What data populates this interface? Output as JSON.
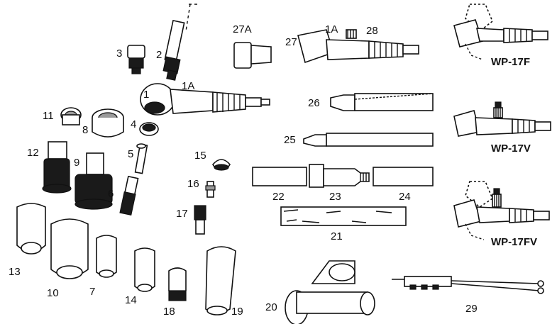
{
  "labels": {
    "p1": "1",
    "p1a_left": "1A",
    "p1a_right": "1A",
    "p2": "2",
    "p3": "3",
    "p4": "4",
    "p5": "5",
    "p6": "6",
    "p7": "7",
    "p8": "8",
    "p9": "9",
    "p10": "10",
    "p11": "11",
    "p12": "12",
    "p13": "13",
    "p14": "14",
    "p15": "15",
    "p16": "16",
    "p17": "17",
    "p18": "18",
    "p19": "19",
    "p20": "20",
    "p21": "21",
    "p22": "22",
    "p23": "23",
    "p24": "24",
    "p25": "25",
    "p26": "26",
    "p27": "27",
    "p27a": "27A",
    "p28": "28",
    "p29": "29"
  },
  "models": {
    "wp17f": "WP-17F",
    "wp17v": "WP-17V",
    "wp17fv": "WP-17FV"
  },
  "colors": {
    "ink": "#111111",
    "paper": "#ffffff"
  }
}
